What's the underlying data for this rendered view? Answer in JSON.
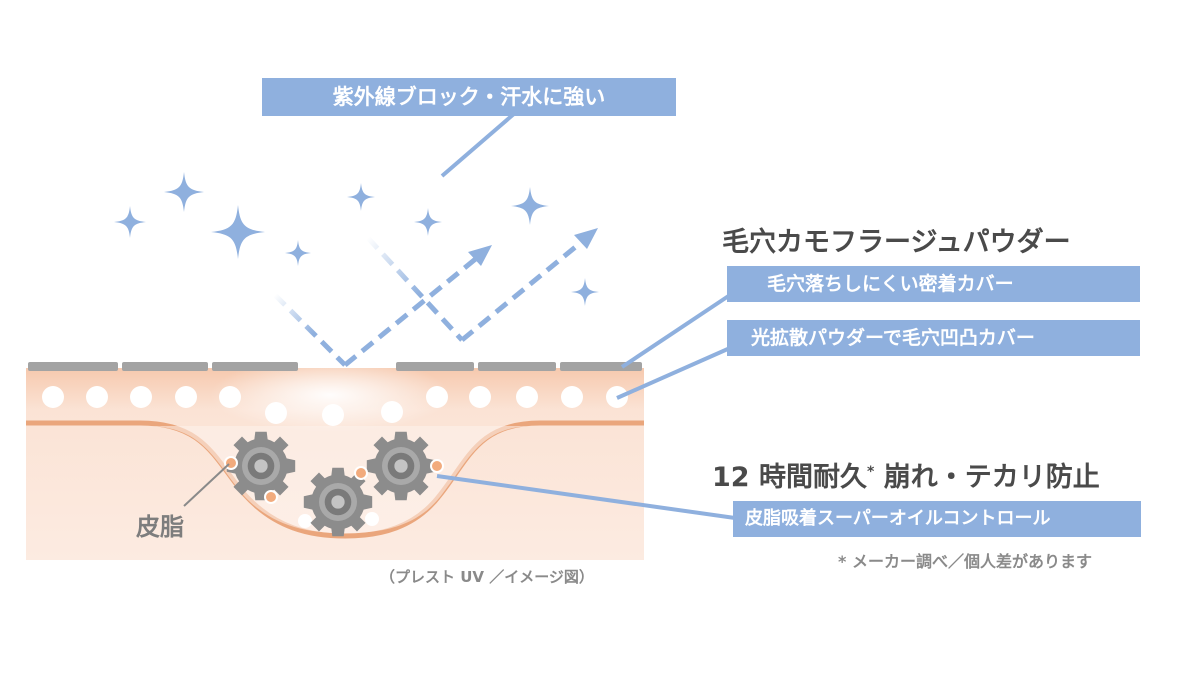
{
  "labels": {
    "uv_block": "紫外線ブロック・汗水に強い",
    "pore_powder_title": "毛穴カモフラージュパウダー",
    "pore_adhesion": "毛穴落ちしにくい密着カバー",
    "light_diffusion": "光拡散パウダーで毛穴凹凸カバー",
    "wear_main": "12 時間耐久",
    "wear_star": "*",
    "wear_rest": " 崩れ・テカリ防止",
    "sebum_control": "皮脂吸着スーパーオイルコントロール",
    "footnote": "* メーカー調べ／個人差があります",
    "sebum": "皮脂",
    "caption": "（プレスト UV ／イメージ図）"
  },
  "colors": {
    "accent_blue": "#8fb0de",
    "skin_base": "#fbe9df",
    "skin_top": "#f6cdb5",
    "skin_line": "#e8a77f",
    "gear": "#8a8a8a",
    "oil_dot": "#f0a97a",
    "powder_cap": "#9a9a9a"
  },
  "icons": [
    "sparkle-icon",
    "gear-icon",
    "oil-droplet-icon",
    "powder-particle-icon",
    "arrow-icon"
  ]
}
